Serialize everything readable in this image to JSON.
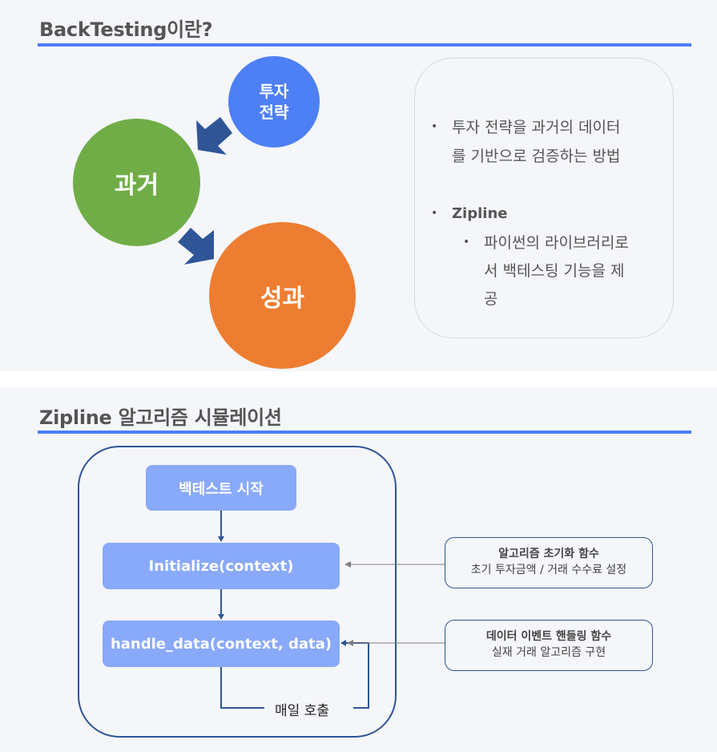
{
  "slide1": {
    "title": "BackTesting이란?",
    "circles": [
      {
        "label_line1": "투자",
        "label_line2": "전략",
        "color": "#4d7ff5"
      },
      {
        "label": "과거",
        "color": "#70ad47"
      },
      {
        "label": "성과",
        "color": "#ed7d31"
      }
    ],
    "arrow_color": "#2f5597",
    "card": {
      "bullet1_line1": "투자 전략을 과거의 데이터",
      "bullet1_line2": "를 기반으로 검증하는 방법",
      "bullet2": "Zipline",
      "sub_line1": "파이썬의 라이브러리로",
      "sub_line2": "서 백테스팅 기능을 제",
      "sub_line3": "공"
    }
  },
  "slide2": {
    "title": "Zipline 알고리즘 시뮬레이션",
    "nodes": {
      "start": "백테스트 시작",
      "init": "Initialize(context)",
      "handle": "handle_data(context, data)"
    },
    "loop_label": "매일 호출",
    "notes": [
      {
        "title": "알고리즘 초기화 함수",
        "desc": "초기 투자금액 / 거래 수수료 설정"
      },
      {
        "title": "데이터 이벤트 핸들링 함수",
        "desc": "실재 거래 알고리즘 구현"
      }
    ],
    "colors": {
      "accent": "#4d7ff5",
      "node": "#89a9fb",
      "border": "#2f5597"
    }
  }
}
